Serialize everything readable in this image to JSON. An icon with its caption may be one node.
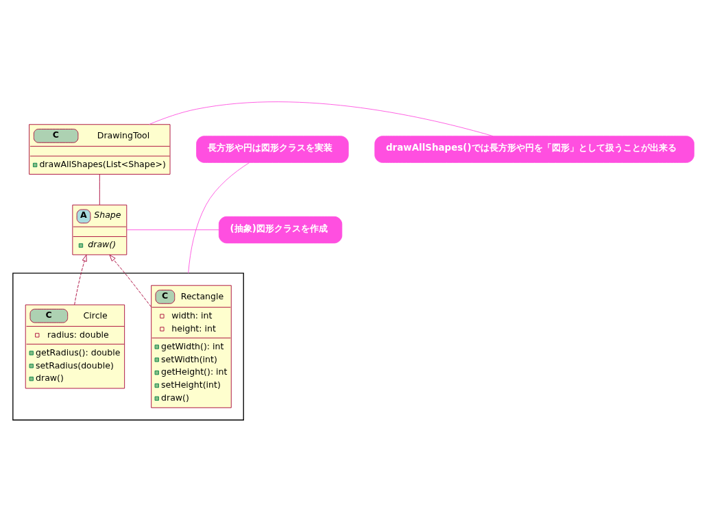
{
  "diagram": {
    "nodes": [
      {
        "text": [
          "C",
          "DrawingTool",
          "drawAllShapes(List<Shape>)"
        ]
      },
      {
        "text": [
          "A",
          "Shape",
          "draw()"
        ]
      },
      {
        "text": [],
        "shape": "box"
      },
      {
        "text": [
          "C",
          "Rectangle",
          "width: int",
          "height: int",
          "getWidth(): int",
          "setWidth(int)",
          "getHeight(): int",
          "setHeight(int)",
          "draw()"
        ],
        "in": 2
      },
      {
        "text": [
          "C",
          "Circle",
          "radius: double",
          "getRadius(): double",
          "setRadius(double)",
          "draw()"
        ],
        "in": 2
      },
      {
        "text": [
          "drawAllShapes()では長方形や円を「図形」として扱うことが出来る"
        ]
      },
      {
        "text": [
          "(抽象)図形クラスを作成"
        ]
      },
      {
        "text": [
          "長方形や円は図形クラスを実装"
        ]
      }
    ],
    "edges": [
      {
        "from": 0,
        "to": 1,
        "arrow": "none"
      },
      {
        "from": 3,
        "to": 1,
        "arrow": "to",
        "style": "dashed"
      },
      {
        "from": 4,
        "to": 1,
        "arrow": "to",
        "style": "dashed"
      },
      {
        "from": 5,
        "to": 0,
        "arrow": "none",
        "color": "#ff4fe0"
      },
      {
        "from": 6,
        "to": 1,
        "arrow": "none",
        "color": "#ff4fe0"
      },
      {
        "from": 7,
        "to": 2,
        "arrow": "none",
        "color": "#ff4fe0"
      }
    ]
  }
}
